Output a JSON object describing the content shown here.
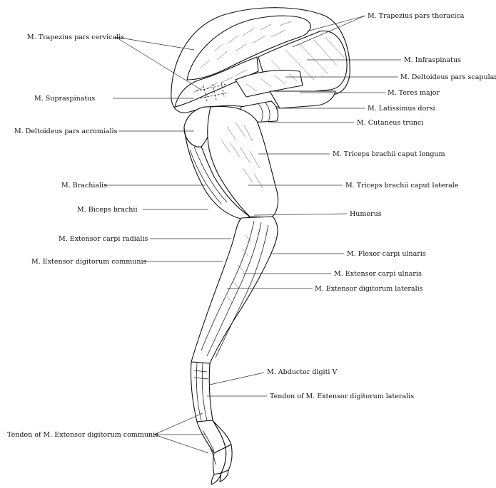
{
  "labels": {
    "trapezius_thoracica": "M. Trapezius pars thoracica",
    "trapezius_cervicalis": "M. Trapezius pars cervicalis",
    "infraspinatus": "M. Infraspinatus",
    "deltoideus_scapularis": "M. Deltoideus pars scapularis",
    "supraspinatus": "M. Supraspinatus",
    "teres_major": "M.  Teres major",
    "latissimus_dorsi": "M. Latissimus dorsi",
    "deltoideus_acromialis": "M. Deltoideus pars acromialis",
    "cutaneus_trunci": "M. Cutaneus trunci",
    "triceps_longum": "M. Triceps brachii caput longum",
    "brachialis": "M. Brachialis",
    "triceps_laterale": "M. Triceps brachii caput laterale",
    "biceps": "M. Biceps brachii",
    "humerus": "Humerus",
    "ext_carpi_radialis": "M. Extensor carpi radialis",
    "flexor_carpi_ulnaris": "M. Flexor carpi ulnaris",
    "ext_digitorum_communis": "M. Extensor digitorum communis",
    "ext_carpi_ulnaris": "M. Extensor carpi ulnaris",
    "ext_digitorum_lateralis": "M. Extensor digitorum lateralis",
    "abductor_digiti_v": "M. Abductor digiti V",
    "tendon_ext_dig_lateralis": "Tendon of M. Extensor digitorum lateralis",
    "tendon_ext_dig_communis": "Tendon of M. Extensor digitorum communis"
  }
}
